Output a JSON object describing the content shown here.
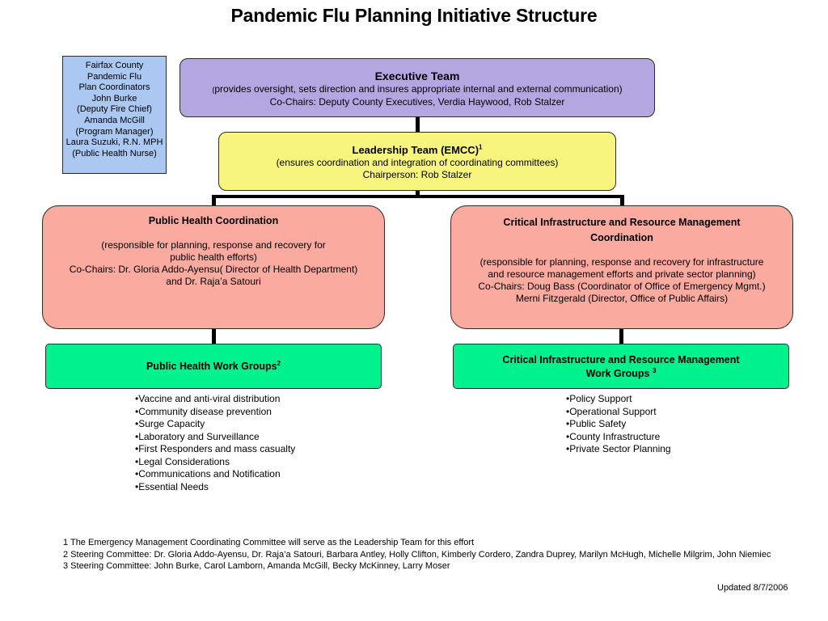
{
  "title": "Pandemic Flu Planning Initiative Structure",
  "coordinators": {
    "lines": [
      "Fairfax County",
      "Pandemic Flu",
      "Plan Coordinators",
      "John Burke",
      "(Deputy Fire Chief)",
      "Amanda McGill",
      "(Program Manager)",
      "Laura Suzuki, R.N. MPH",
      "(Public Health Nurse)"
    ]
  },
  "executive_team": {
    "heading": "Executive Team",
    "paren_open": "(",
    "description": "provides oversight, sets direction and insures appropriate internal and external communication)",
    "cochairs": "Co-Chairs: Deputy County Executives, Verdia Haywood, Rob Stalzer"
  },
  "leadership_team": {
    "heading": "Leadership Team (EMCC)",
    "sup": "1",
    "description": "(ensures coordination and integration of coordinating committees)",
    "chair": "Chairperson: Rob Stalzer"
  },
  "public_health_coordination": {
    "heading": "Public Health Coordination",
    "desc_line1": "(responsible for planning, response and recovery for",
    "desc_line2": "public health efforts)",
    "cochairs_line1": "Co-Chairs: Dr. Gloria Addo-Ayensu( Director of Health Department)",
    "cochairs_line2": "and Dr. Raja’a Satouri"
  },
  "critical_infrastructure": {
    "heading_line1": "Critical Infrastructure and Resource Management",
    "heading_line2": "Coordination",
    "desc_line1": "(responsible for planning, response and recovery for infrastructure",
    "desc_line2": "and resource management efforts and private sector planning)",
    "cochairs_line1": "Co-Chairs: Doug Bass (Coordinator of Office of Emergency Mgmt.)",
    "cochairs_line2": "Merni Fitzgerald (Director, Office of Public Affairs)"
  },
  "ph_work_groups": {
    "heading": "Public Health Work Groups",
    "sup": "2",
    "items": [
      "•Vaccine and anti-viral distribution",
      "•Community disease prevention",
      "•Surge Capacity",
      "•Laboratory and Surveillance",
      "•First Responders and mass casualty",
      "•Legal Considerations",
      "•Communications and Notification",
      "•Essential Needs"
    ]
  },
  "ci_work_groups": {
    "heading_line1": "Critical Infrastructure and Resource Management",
    "heading_line2": "Work Groups ",
    "sup": "3",
    "items": [
      "•Policy Support",
      "•Operational Support",
      "•Public Safety",
      "•County Infrastructure",
      "•Private Sector Planning"
    ]
  },
  "footnotes": [
    "1 The Emergency Management Coordinating Committee will serve as the Leadership Team for this effort",
    "2 Steering Committee: Dr. Gloria Addo-Ayensu, Dr. Raja’a Satouri, Barbara Antley, Holly Clifton, Kimberly Cordero, Zandra Duprey, Marilyn McHugh, Michelle Milgrim, John Niemiec",
    "3 Steering Committee: John Burke, Carol Lamborn, Amanda McGill, Becky McKinney, Larry Moser"
  ],
  "updated": "Updated 8/7/2006",
  "colors": {
    "coordinators_fill": "#aac8f2",
    "executive_fill": "#b4a7e1",
    "leadership_fill": "#f7f57e",
    "coordination_fill": "#fbaa9f",
    "work_group_fill": "#00f28f",
    "connector": "#000000"
  }
}
